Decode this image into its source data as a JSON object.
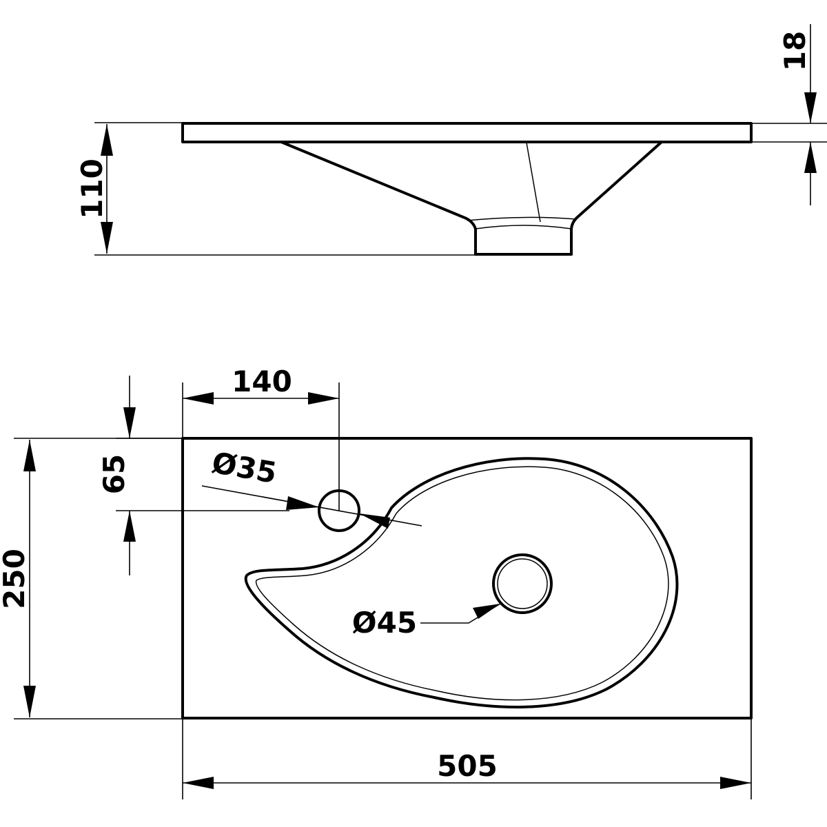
{
  "drawing": {
    "side_view": {
      "total_height": "110",
      "slab_thickness": "18"
    },
    "top_view": {
      "tap_hole_offset_x": "140",
      "tap_hole_offset_y": "65",
      "tap_hole_diameter": "Ø35",
      "width": "505",
      "depth": "250",
      "drain_diameter": "Ø45"
    },
    "colors": {
      "line": "#000000",
      "background": "#ffffff"
    }
  }
}
